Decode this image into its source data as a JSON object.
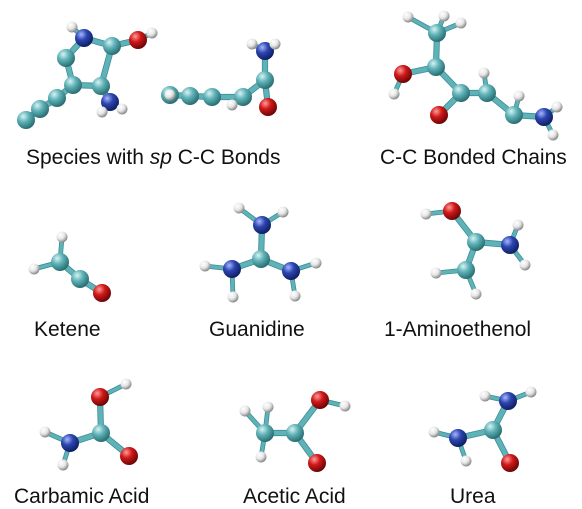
{
  "colors": {
    "carbon": "#5fb3b8",
    "nitrogen": "#2c46b0",
    "oxygen": "#d01818",
    "hydrogen": "#e8e8e8",
    "bond": "#5fb3b8"
  },
  "molecules": [
    {
      "id": "sp-species",
      "label_pre": "Species with ",
      "label_it": "sp",
      "label_post": " C-C Bonds"
    },
    {
      "id": "cc-chains",
      "label": "C-C Bonded Chains"
    },
    {
      "id": "ketene",
      "label": "Ketene"
    },
    {
      "id": "guanidine",
      "label": "Guanidine"
    },
    {
      "id": "aminoethenol",
      "label": "1-Aminoethenol"
    },
    {
      "id": "carbamic-acid",
      "label": "Carbamic Acid"
    },
    {
      "id": "acetic-acid",
      "label": "Acetic Acid"
    },
    {
      "id": "urea",
      "label": "Urea"
    }
  ]
}
